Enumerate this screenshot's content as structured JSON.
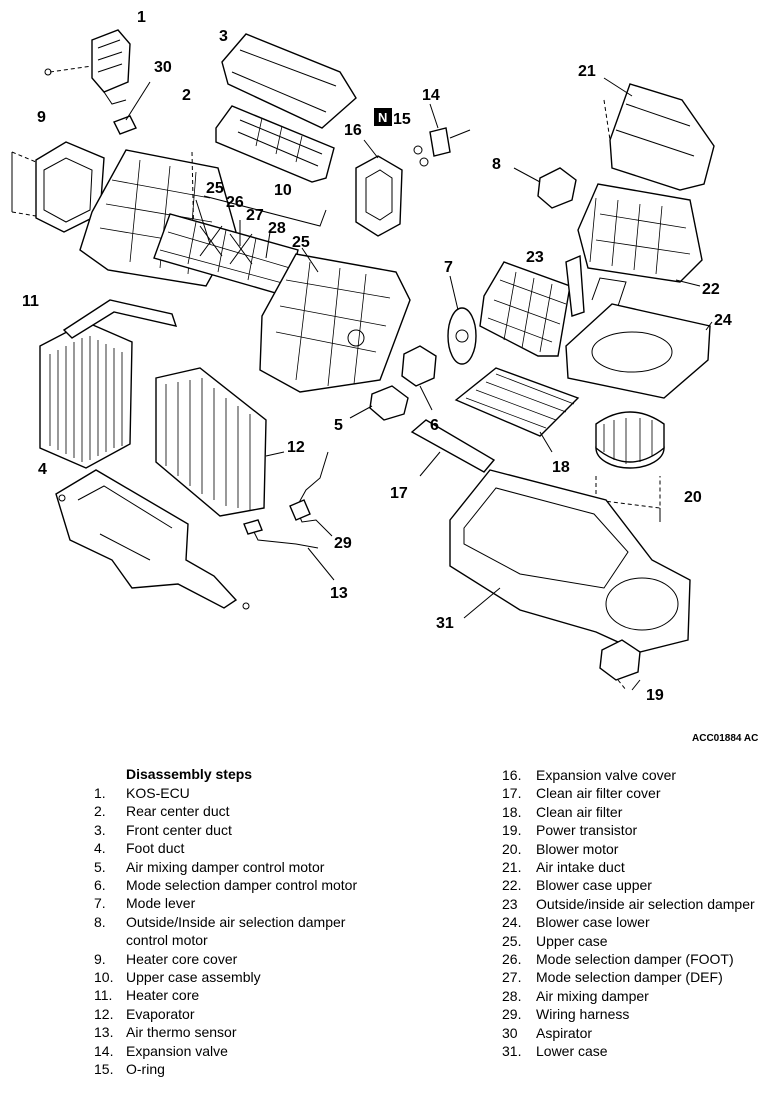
{
  "diagram": {
    "reference_code": "ACC01884 AC",
    "badge_letter": "N",
    "callouts": [
      {
        "id": "1",
        "label": "1"
      },
      {
        "id": "2",
        "label": "2"
      },
      {
        "id": "3",
        "label": "3"
      },
      {
        "id": "4",
        "label": "4"
      },
      {
        "id": "5",
        "label": "5"
      },
      {
        "id": "6",
        "label": "6"
      },
      {
        "id": "7",
        "label": "7"
      },
      {
        "id": "8",
        "label": "8"
      },
      {
        "id": "9",
        "label": "9"
      },
      {
        "id": "10",
        "label": "10"
      },
      {
        "id": "11",
        "label": "11"
      },
      {
        "id": "12",
        "label": "12"
      },
      {
        "id": "13",
        "label": "13"
      },
      {
        "id": "14",
        "label": "14"
      },
      {
        "id": "15",
        "label": "15"
      },
      {
        "id": "16",
        "label": "16"
      },
      {
        "id": "17",
        "label": "17"
      },
      {
        "id": "18",
        "label": "18"
      },
      {
        "id": "19",
        "label": "19"
      },
      {
        "id": "20",
        "label": "20"
      },
      {
        "id": "21",
        "label": "21"
      },
      {
        "id": "22",
        "label": "22"
      },
      {
        "id": "23",
        "label": "23"
      },
      {
        "id": "24",
        "label": "24"
      },
      {
        "id": "25a",
        "label": "25"
      },
      {
        "id": "25b",
        "label": "25"
      },
      {
        "id": "26",
        "label": "26"
      },
      {
        "id": "27",
        "label": "27"
      },
      {
        "id": "28",
        "label": "28"
      },
      {
        "id": "29",
        "label": "29"
      },
      {
        "id": "30",
        "label": "30"
      },
      {
        "id": "31",
        "label": "31"
      }
    ]
  },
  "steps": {
    "title": "Disassembly steps",
    "left": [
      {
        "num": "1.",
        "text": "KOS-ECU"
      },
      {
        "num": "2.",
        "text": "Rear center duct"
      },
      {
        "num": "3.",
        "text": "Front center duct"
      },
      {
        "num": "4.",
        "text": "Foot duct"
      },
      {
        "num": "5.",
        "text": "Air mixing damper control motor"
      },
      {
        "num": "6.",
        "text": "Mode selection damper control motor"
      },
      {
        "num": "7.",
        "text": "Mode lever"
      },
      {
        "num": "8.",
        "text": "Outside/Inside air selection damper control motor"
      },
      {
        "num": "9.",
        "text": "Heater core cover"
      },
      {
        "num": "10.",
        "text": "Upper case assembly"
      },
      {
        "num": "11.",
        "text": "Heater core"
      },
      {
        "num": "12.",
        "text": "Evaporator"
      },
      {
        "num": "13.",
        "text": "Air thermo sensor"
      },
      {
        "num": "14.",
        "text": "Expansion valve"
      },
      {
        "num": "15.",
        "text": "O-ring"
      }
    ],
    "right": [
      {
        "num": "16.",
        "text": "Expansion valve cover"
      },
      {
        "num": "17.",
        "text": "Clean air filter cover"
      },
      {
        "num": "18.",
        "text": "Clean air filter"
      },
      {
        "num": "19.",
        "text": "Power transistor"
      },
      {
        "num": "20.",
        "text": "Blower motor"
      },
      {
        "num": "21.",
        "text": "Air intake duct"
      },
      {
        "num": "22.",
        "text": "Blower case upper"
      },
      {
        "num": "23",
        "text": "Outside/inside air selection damper"
      },
      {
        "num": "24.",
        "text": "Blower case lower"
      },
      {
        "num": "25.",
        "text": "Upper case"
      },
      {
        "num": "26.",
        "text": "Mode selection damper (FOOT)"
      },
      {
        "num": "27.",
        "text": "Mode selection damper (DEF)"
      },
      {
        "num": "28.",
        "text": "Air mixing damper"
      },
      {
        "num": "29.",
        "text": "Wiring harness"
      },
      {
        "num": "30",
        "text": "Aspirator"
      },
      {
        "num": "31.",
        "text": "Lower case"
      }
    ]
  }
}
